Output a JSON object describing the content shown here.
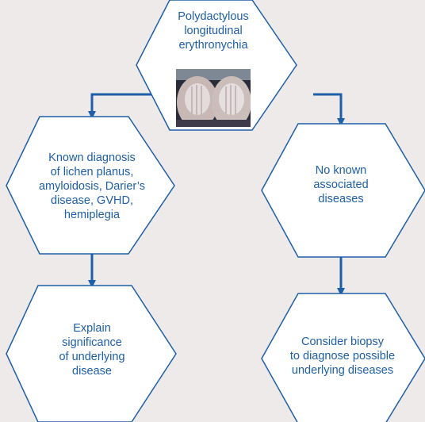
{
  "nodes": {
    "top": {
      "label": "Polydactylous\nlongitudinal\nerythronychia",
      "image": "nail-photo"
    },
    "left_mid": {
      "label": "Known diagnosis\nof lichen planus,\namyloidosis, Darier’s\ndisease, GVHD,\nhemiplegia"
    },
    "right_mid": {
      "label": "No known\nassociated\ndiseases"
    },
    "left_bottom": {
      "label": "Explain\nsignificance\nof underlying\ndisease"
    },
    "right_bottom": {
      "label": "Consider biopsy\nto diagnose possible\nunderlying diseases"
    }
  },
  "edges": [
    {
      "from": "top",
      "to": "left_mid"
    },
    {
      "from": "top",
      "to": "right_mid"
    },
    {
      "from": "left_mid",
      "to": "left_bottom"
    },
    {
      "from": "right_mid",
      "to": "right_bottom"
    }
  ],
  "colors": {
    "background": "#edeae9",
    "node_fill": "#ffffff",
    "node_stroke": "#1d5fa8",
    "text": "#1d5fa8",
    "arrow": "#1d5fa8"
  }
}
